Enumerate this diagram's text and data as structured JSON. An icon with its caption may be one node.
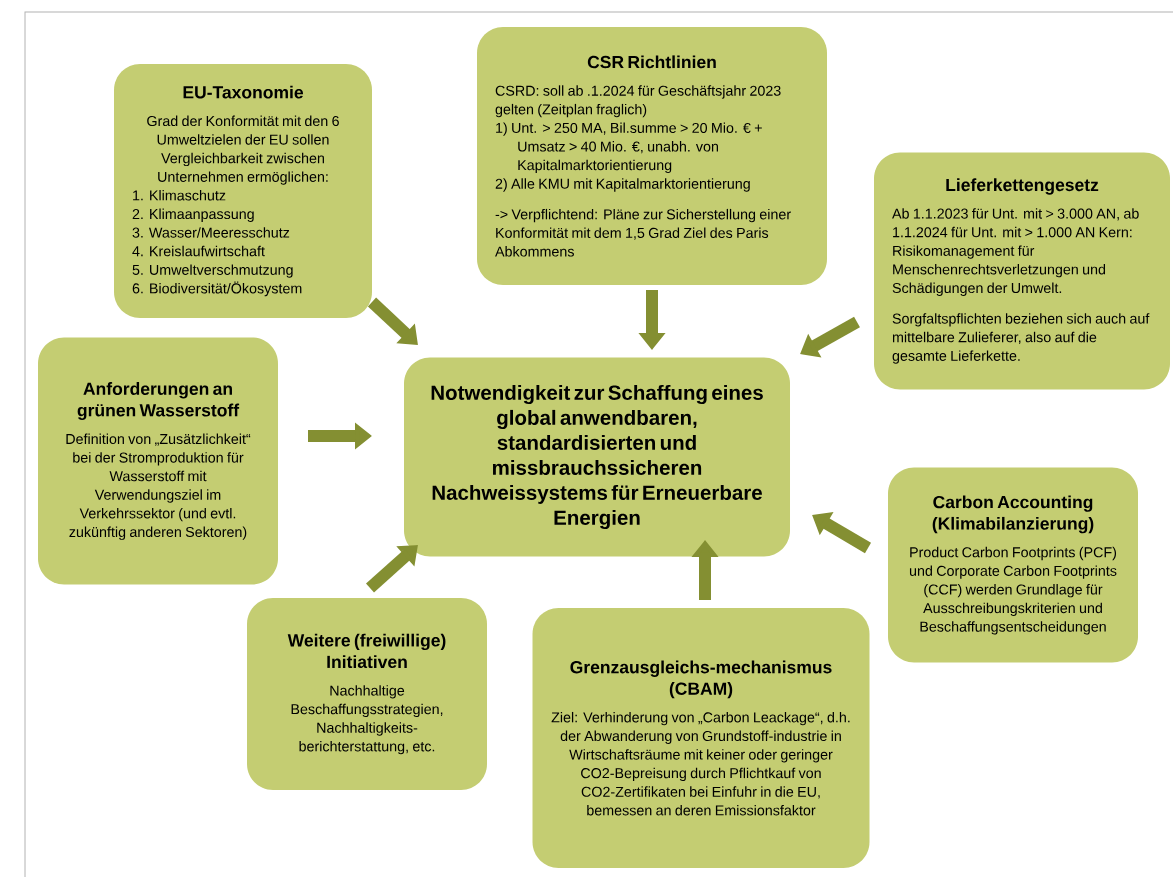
{
  "diagram": {
    "nodes": [
      {
        "text": [
          "EU-Taxonomie",
          "Grad der Konformität mit den 6 Umweltzielen der EU sollen Vergleichbarkeit zwischen Unternehmen ermöglichen:",
          "1. Klimaschutz",
          "2. Klimaanpassung",
          "3. Wasser/Meeresschutz",
          "4. Kreislaufwirtschaft",
          "5. Umweltverschmutzung",
          "6. Biodiversität/Ökosystem"
        ]
      },
      {
        "text": [
          "CSR Richtlinien",
          "CSRD: soll ab .1.2024 für Geschäftsjahr 2023 gelten (Zeitplan fraglich)",
          "1) Unt. > 250 MA, Bil.summe > 20 Mio. € + Umsatz > 40 Mio. €, unabh. von Kapitalmarktorientierung",
          "2) Alle KMU mit Kapitalmarktorientierung",
          "-> Verpflichtend: Pläne zur Sicherstellung einer Konformität mit dem 1,5 Grad Ziel des Paris Abkommens"
        ]
      },
      {
        "text": [
          "Lieferkettengesetz",
          "Ab 1.1.2023 für Unt. mit > 3.000 AN, ab 1.1.2024 für Unt. mit > 1.000 AN Kern: Risikomanagement für Menschenrechtsverletzungen und Schädigungen der Umwelt.",
          "Sorgfaltspflichten beziehen sich auch auf mittelbare Zulieferer, also auf die gesamte Lieferkette."
        ]
      },
      {
        "text": [
          "Anforderungen an grünen Wasserstoff",
          "Definition von „Zusätzlichkeit“ bei der Stromproduktion für Wasserstoff mit Verwendungsziel im Verkehrssektor (und evtl. zukünftig anderen Sektoren)"
        ]
      },
      {
        "text": [
          "Notwendigkeit zur Schaffung eines global anwendbaren, standardisierten und missbrauchssicheren Nachweissystems für Erneuerbare Energien"
        ]
      },
      {
        "text": [
          "Weitere (freiwillige) Initiativen",
          "Nachhaltige Beschaffungsstrategien, Nachhaltigkeits-berichterstattung, etc."
        ]
      },
      {
        "text": [
          "Grenzausgleichs-mechanismus (CBAM)",
          "Ziel: Verhinderung von „Carbon Leackage“, d.h. der Abwanderung von Grundstoff-industrie in Wirtschaftsräume mit keiner oder geringer CO2-Bepreisung durch Pflichtkauf von CO2-Zertifikaten bei Einfuhr in die EU, bemessen an deren Emissionsfaktor"
        ]
      },
      {
        "text": [
          "Carbon Accounting (Klimabilanzierung)",
          "Product Carbon Footprints (PCF) und Corporate Carbon Footprints (CCF) werden Grundlage für Ausschreibungskriterien und Beschaffungsentscheidungen"
        ]
      }
    ],
    "edges": [
      {
        "from": 0,
        "to": 4,
        "arrow": "to"
      },
      {
        "from": 1,
        "to": 4,
        "arrow": "to"
      },
      {
        "from": 2,
        "to": 4,
        "arrow": "to"
      },
      {
        "from": 3,
        "to": 4,
        "arrow": "to"
      },
      {
        "from": 5,
        "to": 4,
        "arrow": "to"
      },
      {
        "from": 6,
        "to": 4,
        "arrow": "to"
      },
      {
        "from": 7,
        "to": 4,
        "arrow": "to"
      }
    ]
  }
}
